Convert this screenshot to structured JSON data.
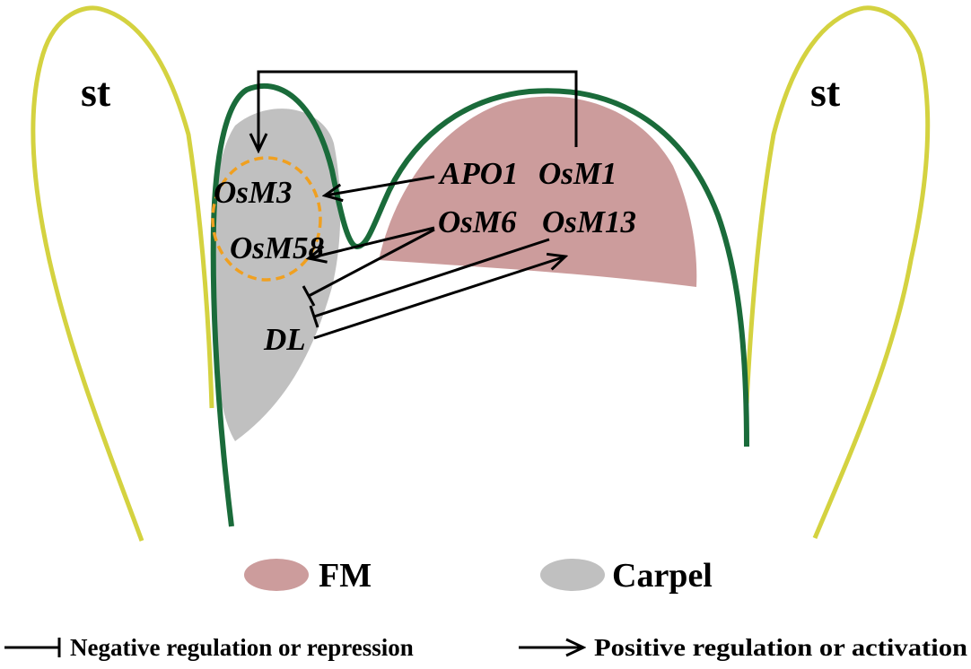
{
  "labels": {
    "stamen_left": "st",
    "stamen_right": "st"
  },
  "genes": {
    "apo1": "APO1",
    "osm1": "OsM1",
    "osm3": "OsM3",
    "osm58": "OsM58",
    "osm6": "OsM6",
    "osm13": "OsM13",
    "dl": "DL"
  },
  "legend": {
    "fm": {
      "label": "FM",
      "color": "#cc9c9c"
    },
    "carpel": {
      "label": "Carpel",
      "color": "#c0c0c0"
    }
  },
  "key": {
    "negative": "Negative regulation or repression",
    "positive": "Positive regulation or activation"
  },
  "colors": {
    "stamen_outline": "#d4d240",
    "meristem_outline": "#1a6b3a",
    "dashed_circle": "#f0a020",
    "arrows": "#000000"
  }
}
